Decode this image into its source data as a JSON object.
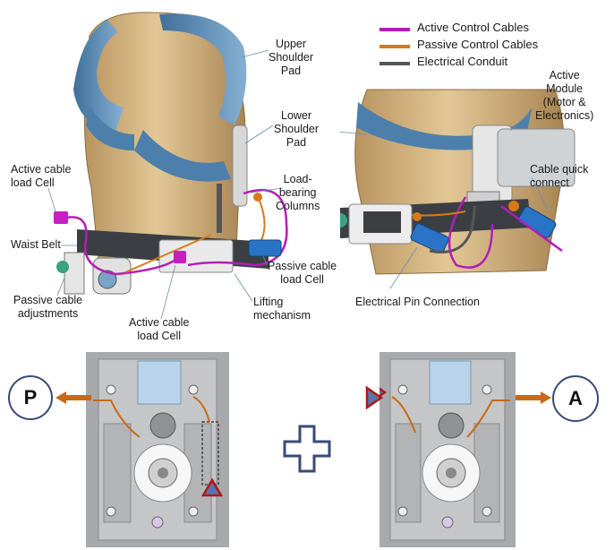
{
  "legend": [
    {
      "label": "Active Control Cables",
      "color": "#b21eb5"
    },
    {
      "label": "Passive Control Cables",
      "color": "#d87a16"
    },
    {
      "label": "Electrical Conduit",
      "color": "#555555"
    }
  ],
  "labels": {
    "upper_shoulder_pad": "Upper\nShoulder\nPad",
    "lower_shoulder_pad": "Lower\nShoulder\nPad",
    "load_bearing_columns": "Load-\nbearing\nColumns",
    "active_cable_load_cell_left": "Active cable\nload Cell",
    "waist_belt": "Waist Belt",
    "passive_cable_adjustments": "Passive cable\nadjustments",
    "active_cable_load_cell_bottom": "Active cable\nload Cell",
    "lifting_mechanism": "Lifting\nmechanism",
    "passive_cable_load_cell": "Passive cable\nload Cell",
    "active_module": "Active\nModule\n(Motor &\nElectronics)",
    "cable_quick_connect": "Cable quick\nconnect",
    "electrical_pin_connection": "Electrical Pin Connection"
  },
  "mechanism": {
    "left_badge": "P",
    "right_badge": "A"
  },
  "colors": {
    "skin": "#cfae7a",
    "pad": "#5e8fb8",
    "arrow": "#c86a14",
    "badge_stroke": "#3a4a78",
    "triangle": "#b01818",
    "plus": "#3a4a78"
  }
}
